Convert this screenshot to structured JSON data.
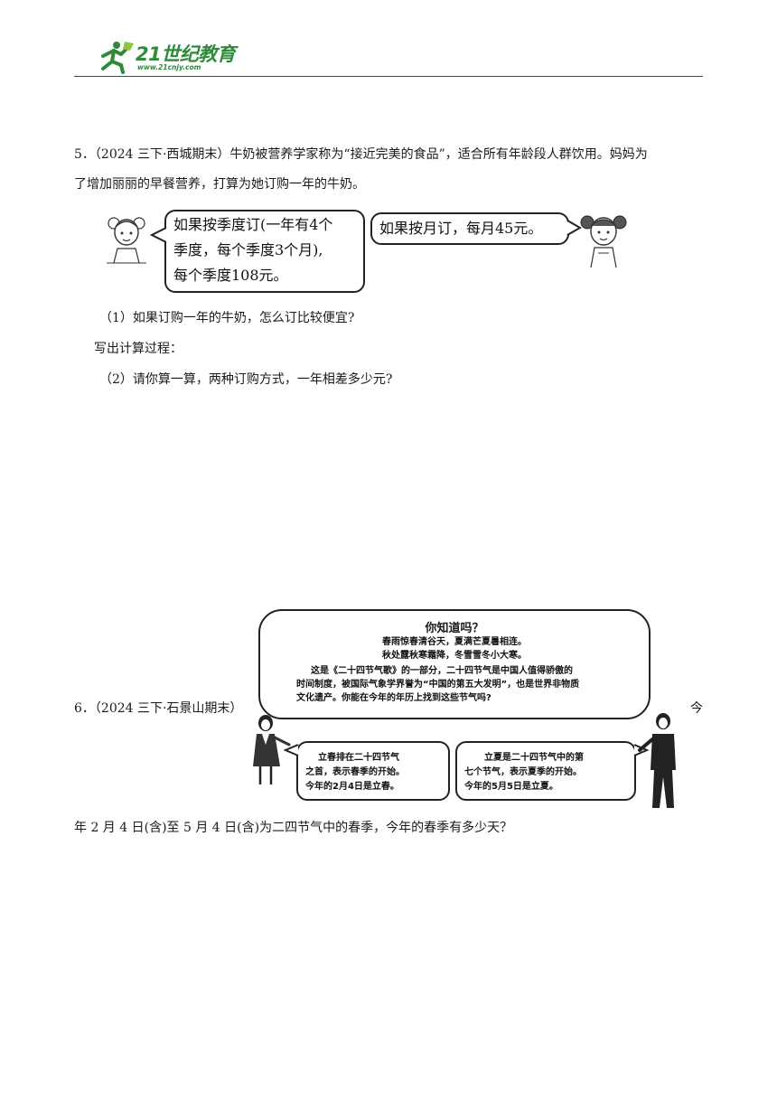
{
  "header": {
    "logo_text": "21世纪教育",
    "logo_url": "www.21cnjy.com"
  },
  "q5": {
    "line1": "5．（2024 三下·西城期末）牛奶被营养学家称为“接近完美的食品”，适合所有年龄段人群饮用。妈妈为",
    "line2": "了增加丽丽的早餐营养，打算为她订购一年的牛奶。",
    "bubble_left": [
      "如果按季度订(一年有4个",
      "季度，每个季度3个月),",
      "每个季度108元。"
    ],
    "bubble_right": "如果按月订，每月45元。",
    "sub1": "（1）如果订购一年的牛奶，怎么订比较便宜?",
    "sub1_work": "写出计算过程：",
    "sub2": "（2）请你算一算，两种订购方式，一年相差多少元?"
  },
  "q6": {
    "prefix": "6．（2024 三下·石景山期末）",
    "info_title": "你知道吗？",
    "info_lines": [
      "春雨惊春清谷天，夏满芒夏暑相连。",
      "秋处露秋寒霜降，冬雪雪冬小大寒。",
      "这是《二十四节气歌》的一部分，二十四节气是中国人值得骄傲的",
      "时间制度，被国际气象学界誉为“中国的第五大发明”，也是世界非物质",
      "文化遗产。你能在今年的年历上找到这些节气吗?"
    ],
    "bubble_left": [
      "立春排在二十四节气",
      "之首，表示春季的开始。",
      "今年的2月4日是立春。"
    ],
    "bubble_right": [
      "立夏是二十四节气中的第",
      "七个节气，表示夏季的开始。",
      "今年的5月5日是立夏。"
    ],
    "trail": "今",
    "question": "年 2 月 4 日(含)至 5 月 4 日(含)为二四节气中的春季，今年的春季有多少天？"
  }
}
